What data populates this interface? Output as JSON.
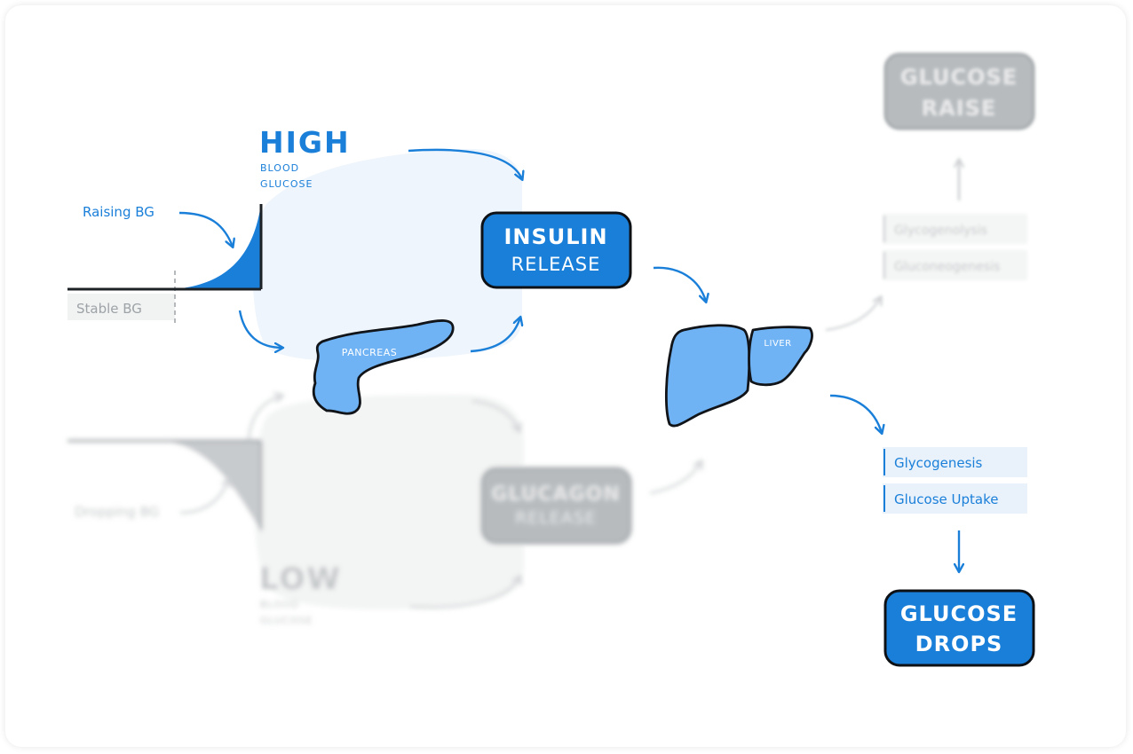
{
  "colors": {
    "accent": "#1a7fd9",
    "organ_fill": "#6fb3f5",
    "panel_fill": "#eef5fc",
    "muted": "#c4c7c9"
  },
  "high": {
    "title": "HIGH",
    "line1": "BLOOD",
    "line2": "GLUCOSE"
  },
  "low": {
    "title": "LOW",
    "line1": "BLOOD",
    "line2": "GLUCOSE"
  },
  "labels": {
    "raising": "Raising BG",
    "stable": "Stable BG",
    "dropping": "Dropping BG"
  },
  "insulin": {
    "line1": "INSULIN",
    "line2": "RELEASE"
  },
  "glucagon": {
    "line1": "GLUCAGON",
    "line2": "RELEASE"
  },
  "organs": {
    "pancreas": "PANCREAS",
    "liver": "LIVER"
  },
  "raise_processes": [
    "Glycogenolysis",
    "Gluconeogenesis"
  ],
  "drop_processes": [
    "Glycogenesis",
    "Glucose Uptake"
  ],
  "glucose_raise": {
    "line1": "GLUCOSE",
    "line2": "RAISE"
  },
  "glucose_drops": {
    "line1": "GLUCOSE",
    "line2": "DROPS"
  }
}
